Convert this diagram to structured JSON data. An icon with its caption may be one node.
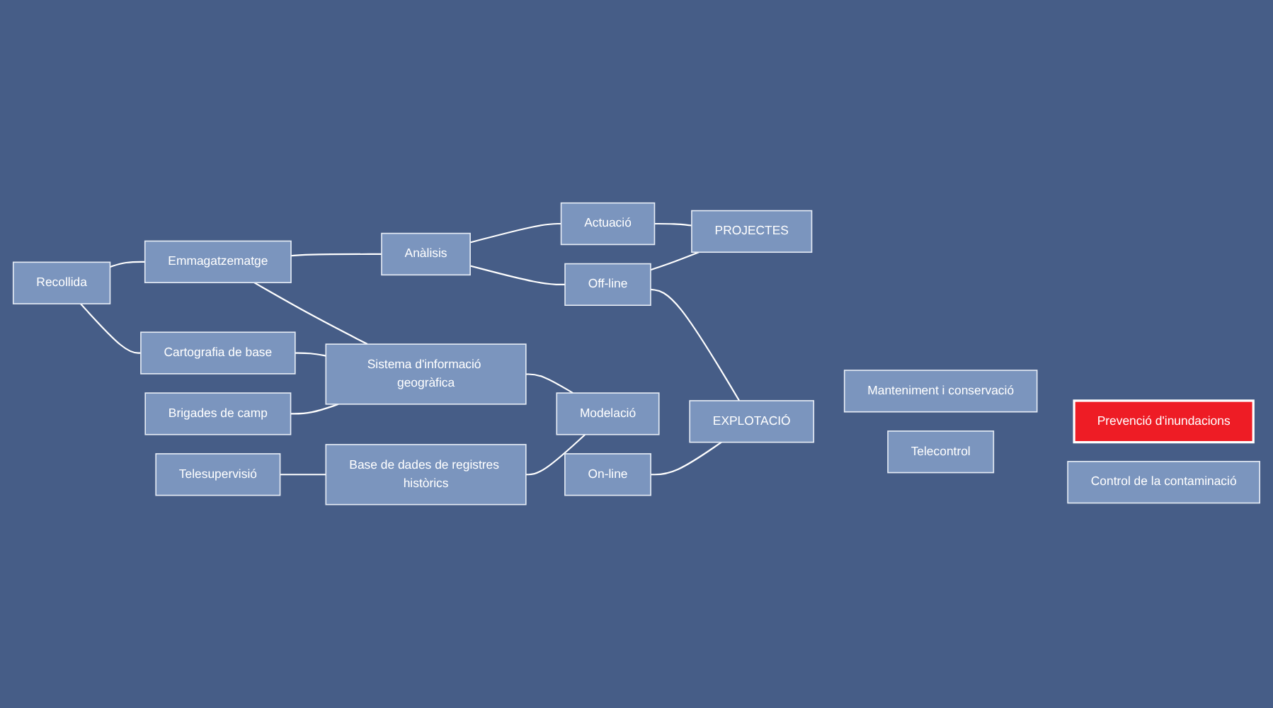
{
  "diagram": {
    "nodes": [
      {
        "text": [
          "Recollida"
        ]
      },
      {
        "text": [
          "Emmagatzematge"
        ]
      },
      {
        "text": [
          "Anàlisis"
        ]
      },
      {
        "text": [
          "Actuació"
        ]
      },
      {
        "text": [
          "Cartografia de base"
        ]
      },
      {
        "text": [
          "Brigades de camp"
        ]
      },
      {
        "text": [
          "Telesupervisió"
        ]
      },
      {
        "text": [
          "Sistema d'informació geogràfica"
        ]
      },
      {
        "text": [
          "Base de dades de registres històrics"
        ]
      },
      {
        "text": [
          "Modelació"
        ]
      },
      {
        "text": [
          "Off-line"
        ]
      },
      {
        "text": [
          "On-line"
        ]
      },
      {
        "text": [
          "PROJECTES"
        ]
      },
      {
        "text": [
          "EXPLOTACIÓ"
        ]
      },
      {
        "text": [
          "Manteniment i conservació"
        ]
      },
      {
        "text": [
          "Telecontrol"
        ]
      },
      {
        "text": [
          "Prevenció d'inundacions"
        ]
      },
      {
        "text": [
          "Control de la contaminació"
        ]
      }
    ],
    "edges": [
      {
        "from": 0,
        "to": 1,
        "arrow": "none"
      },
      {
        "from": 1,
        "to": 2,
        "arrow": "none"
      },
      {
        "from": 2,
        "to": 3,
        "arrow": "none"
      },
      {
        "from": 0,
        "to": 4,
        "arrow": "none"
      },
      {
        "from": 1,
        "to": 7,
        "arrow": "none"
      },
      {
        "from": 2,
        "to": 10,
        "arrow": "none"
      },
      {
        "from": 3,
        "to": 12,
        "arrow": "none"
      },
      {
        "from": 4,
        "to": 7,
        "arrow": "none"
      },
      {
        "from": 5,
        "to": 7,
        "arrow": "none"
      },
      {
        "from": 6,
        "to": 8,
        "arrow": "none"
      },
      {
        "from": 7,
        "to": 9,
        "arrow": "none"
      },
      {
        "from": 8,
        "to": 9,
        "arrow": "none"
      },
      {
        "from": 10,
        "to": 12,
        "arrow": "none"
      },
      {
        "from": 10,
        "to": 13,
        "arrow": "none"
      },
      {
        "from": 11,
        "to": 13,
        "arrow": "none"
      }
    ]
  }
}
